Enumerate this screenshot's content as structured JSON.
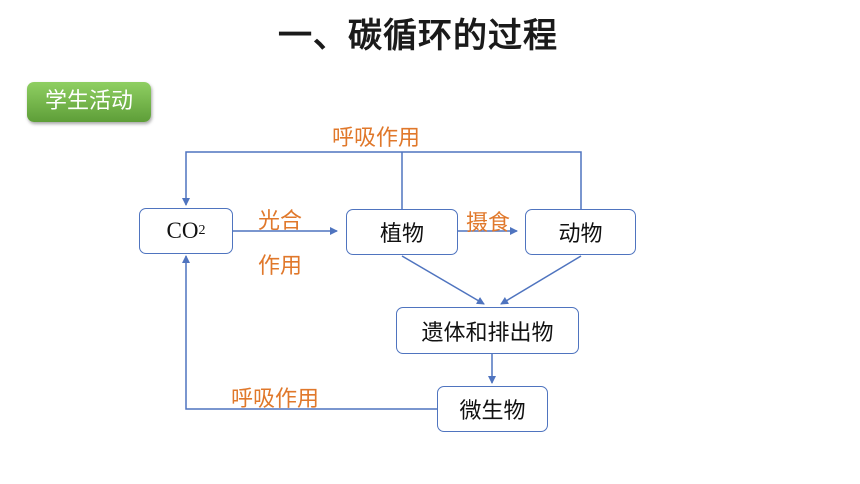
{
  "page": {
    "title": "一、碳循环的过程",
    "badge": "学生活动"
  },
  "nodes": {
    "co2_main": "CO",
    "co2_sub": "2",
    "plant": "植物",
    "animal": "动物",
    "remains": "遗体和排出物",
    "microbe": "微生物"
  },
  "labels": {
    "respiration_top": "呼吸作用",
    "photosynthesis_line1": "光合",
    "photosynthesis_line2": "作用",
    "feeding": "摄食",
    "respiration_bottom": "呼吸作用"
  },
  "colors": {
    "line": "#4f74bf",
    "label": "#e0782b",
    "badge": "#6fb146"
  }
}
